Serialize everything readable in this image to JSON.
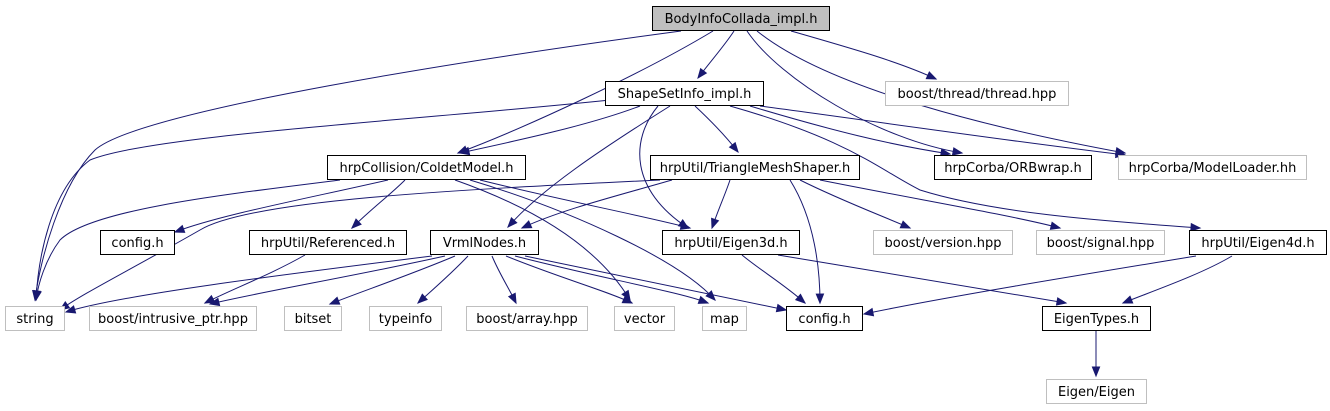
{
  "diagram": {
    "root": "n1",
    "nodes": [
      {
        "id": "n1",
        "label": "BodyInfoCollada_impl.h",
        "kind": "root"
      },
      {
        "id": "n2",
        "label": "string",
        "kind": "ext"
      },
      {
        "id": "n3",
        "label": "hrpCollision/ColdetModel.h",
        "kind": "doc"
      },
      {
        "id": "n4",
        "label": "config.h",
        "kind": "doc"
      },
      {
        "id": "n5",
        "label": "hrpUtil/Referenced.h",
        "kind": "doc"
      },
      {
        "id": "n6",
        "label": "boost/intrusive_ptr.hpp",
        "kind": "ext"
      },
      {
        "id": "n7",
        "label": "vector",
        "kind": "ext"
      },
      {
        "id": "n8",
        "label": "map",
        "kind": "ext"
      },
      {
        "id": "n9",
        "label": "hrpUtil/Eigen3d.h",
        "kind": "doc"
      },
      {
        "id": "n10",
        "label": "config.h",
        "kind": "doc"
      },
      {
        "id": "n11",
        "label": "EigenTypes.h",
        "kind": "doc"
      },
      {
        "id": "n12",
        "label": "Eigen/Eigen",
        "kind": "ext"
      },
      {
        "id": "n13",
        "label": "ShapeSetInfo_impl.h",
        "kind": "doc"
      },
      {
        "id": "n14",
        "label": "hrpCorba/ORBwrap.h",
        "kind": "doc"
      },
      {
        "id": "n15",
        "label": "hrpCorba/ModelLoader.hh",
        "kind": "ext"
      },
      {
        "id": "n16",
        "label": "hrpUtil/TriangleMeshShaper.h",
        "kind": "doc"
      },
      {
        "id": "n17",
        "label": "VrmlNodes.h",
        "kind": "doc"
      },
      {
        "id": "n18",
        "label": "bitset",
        "kind": "ext"
      },
      {
        "id": "n19",
        "label": "typeinfo",
        "kind": "ext"
      },
      {
        "id": "n20",
        "label": "boost/array.hpp",
        "kind": "ext"
      },
      {
        "id": "n21",
        "label": "boost/version.hpp",
        "kind": "ext"
      },
      {
        "id": "n22",
        "label": "boost/signal.hpp",
        "kind": "ext"
      },
      {
        "id": "n23",
        "label": "hrpUtil/Eigen4d.h",
        "kind": "doc"
      },
      {
        "id": "n24",
        "label": "boost/thread/thread.hpp",
        "kind": "ext"
      }
    ],
    "edges": [
      [
        "n1",
        "n2"
      ],
      [
        "n1",
        "n3"
      ],
      [
        "n1",
        "n13"
      ],
      [
        "n1",
        "n14"
      ],
      [
        "n1",
        "n15"
      ],
      [
        "n1",
        "n24"
      ],
      [
        "n3",
        "n2"
      ],
      [
        "n3",
        "n4"
      ],
      [
        "n3",
        "n5"
      ],
      [
        "n3",
        "n7"
      ],
      [
        "n3",
        "n8"
      ],
      [
        "n3",
        "n9"
      ],
      [
        "n5",
        "n6"
      ],
      [
        "n9",
        "n10"
      ],
      [
        "n9",
        "n11"
      ],
      [
        "n11",
        "n12"
      ],
      [
        "n13",
        "n2"
      ],
      [
        "n13",
        "n3"
      ],
      [
        "n13",
        "n14"
      ],
      [
        "n13",
        "n15"
      ],
      [
        "n13",
        "n16"
      ],
      [
        "n13",
        "n17"
      ],
      [
        "n13",
        "n9"
      ],
      [
        "n13",
        "n23"
      ],
      [
        "n16",
        "n2"
      ],
      [
        "n16",
        "n9"
      ],
      [
        "n16",
        "n17"
      ],
      [
        "n16",
        "n10"
      ],
      [
        "n16",
        "n21"
      ],
      [
        "n16",
        "n22"
      ],
      [
        "n17",
        "n2"
      ],
      [
        "n17",
        "n6"
      ],
      [
        "n17",
        "n18"
      ],
      [
        "n17",
        "n19"
      ],
      [
        "n17",
        "n20"
      ],
      [
        "n17",
        "n7"
      ],
      [
        "n17",
        "n8"
      ],
      [
        "n17",
        "n10"
      ],
      [
        "n23",
        "n10"
      ],
      [
        "n23",
        "n11"
      ]
    ]
  },
  "colors": {
    "edge": "#191970",
    "root_fill": "#bfbfbf",
    "doc_border": "#000000",
    "ext_border": "#bfbfbf"
  }
}
